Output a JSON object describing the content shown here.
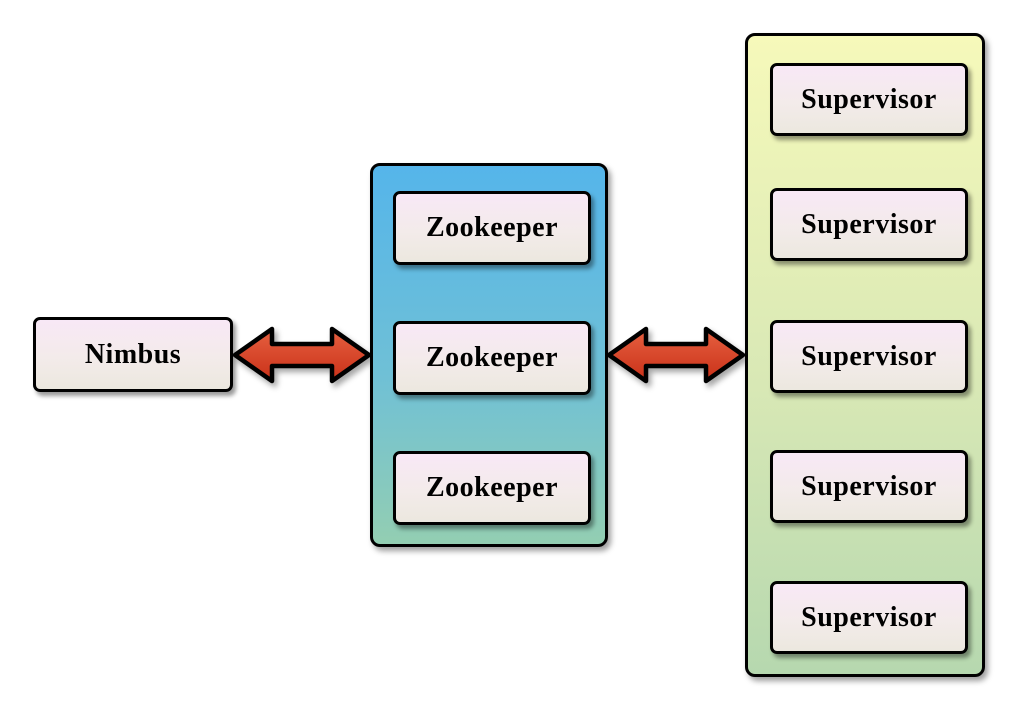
{
  "nimbus": {
    "label": "Nimbus"
  },
  "zookeeper_cluster": {
    "items": [
      "Zookeeper",
      "Zookeeper",
      "Zookeeper"
    ]
  },
  "supervisor_cluster": {
    "items": [
      "Supervisor",
      "Supervisor",
      "Supervisor",
      "Supervisor",
      "Supervisor"
    ]
  },
  "connections": [
    {
      "from": "nimbus",
      "to": "zookeeper-cluster",
      "type": "bidirectional-arrow"
    },
    {
      "from": "zookeeper-cluster",
      "to": "supervisor-cluster",
      "type": "bidirectional-arrow"
    }
  ],
  "colors": {
    "background": "#ffffff",
    "border": "#000000",
    "node_fill_top": "#f8e8f6",
    "node_fill_bottom": "#ece8df",
    "zookeeper_panel_top": "#55b5ea",
    "zookeeper_panel_bottom": "#93ceb2",
    "supervisor_panel_top": "#f6f9ba",
    "supervisor_panel_bottom": "#b6d8af",
    "arrow_top": "#e25a3a",
    "arrow_bottom": "#c93018"
  }
}
